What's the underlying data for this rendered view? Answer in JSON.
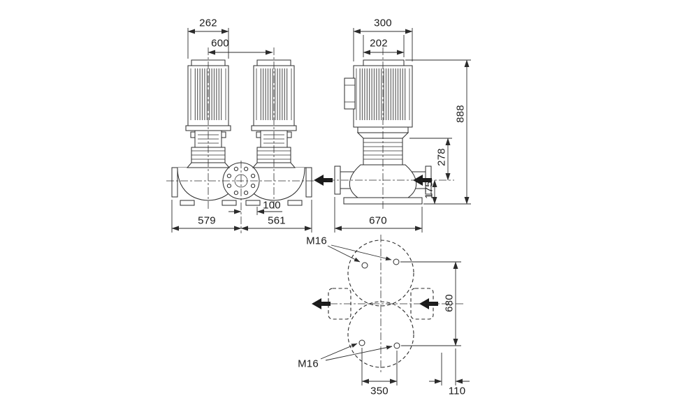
{
  "colors": {
    "line": "#2b2b2b",
    "background": "#ffffff"
  },
  "front_view": {
    "motor_width": "262",
    "head_spacing": "600",
    "port_offset": "100",
    "width_left": "579",
    "width_right": "561"
  },
  "side_view": {
    "motor_depth": "300",
    "fan_width": "202",
    "total_height": "888",
    "mid_height": "278",
    "port_height": "175",
    "base_length": "670"
  },
  "plan_view": {
    "bolt_label_top": "M16",
    "bolt_label_bottom": "M16",
    "length": "680",
    "bolt_spacing": "350",
    "edge_offset": "110"
  }
}
